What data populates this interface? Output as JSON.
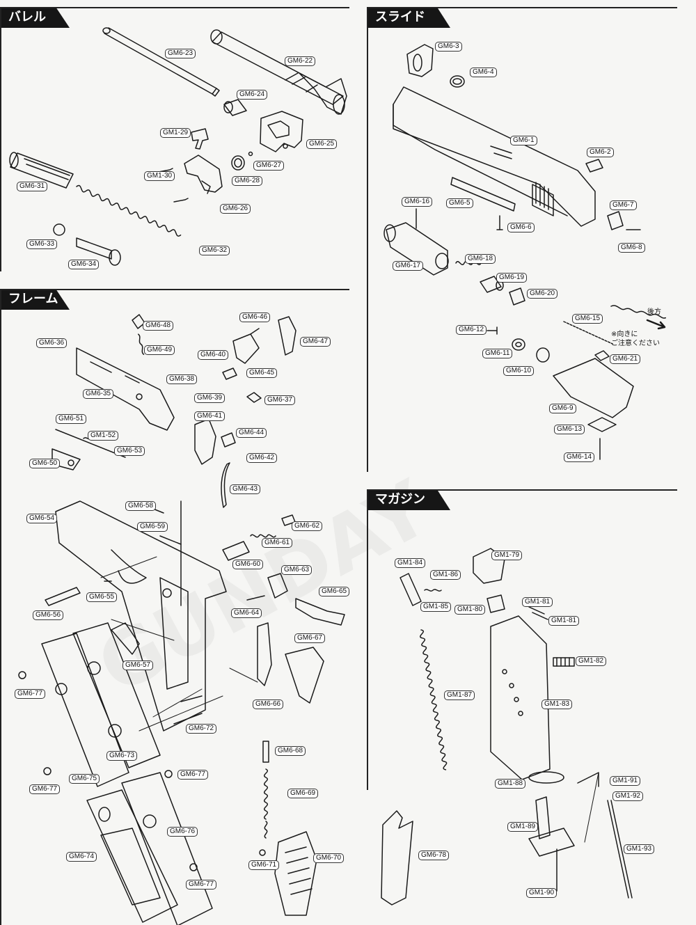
{
  "sections": {
    "barrel": "バレル",
    "frame": "フレーム",
    "slide": "スライド",
    "magazine": "マガジン"
  },
  "note": {
    "direction": "後方",
    "caution_line1": "※向きに",
    "caution_line2": "ご注意ください"
  },
  "watermark": "GUNDAY",
  "labels": {
    "gm6_23": "GM6-23",
    "gm6_22": "GM6-22",
    "gm6_24": "GM6-24",
    "gm1_29": "GM1-29",
    "gm6_25": "GM6-25",
    "gm6_27": "GM6-27",
    "gm1_30": "GM1-30",
    "gm6_28": "GM6-28",
    "gm6_31": "GM6-31",
    "gm6_26": "GM6-26",
    "gm6_33": "GM6-33",
    "gm6_34": "GM6-34",
    "gm6_32": "GM6-32",
    "gm6_3": "GM6-3",
    "gm6_4": "GM6-4",
    "gm6_1": "GM6-1",
    "gm6_2": "GM6-2",
    "gm6_16": "GM6-16",
    "gm6_5": "GM6-5",
    "gm6_7": "GM6-7",
    "gm6_6": "GM6-6",
    "gm6_8": "GM6-8",
    "gm6_17": "GM6-17",
    "gm6_18": "GM6-18",
    "gm6_19": "GM6-19",
    "gm6_20": "GM6-20",
    "gm6_15": "GM6-15",
    "gm6_12": "GM6-12",
    "gm6_11": "GM6-11",
    "gm6_21": "GM6-21",
    "gm6_10": "GM6-10",
    "gm6_9": "GM6-9",
    "gm6_13": "GM6-13",
    "gm6_14": "GM6-14",
    "gm6_46": "GM6-46",
    "gm6_48": "GM6-48",
    "gm6_47": "GM6-47",
    "gm6_36": "GM6-36",
    "gm6_49": "GM6-49",
    "gm6_40": "GM6-40",
    "gm6_45": "GM6-45",
    "gm6_38": "GM6-38",
    "gm6_35": "GM6-35",
    "gm6_39": "GM6-39",
    "gm6_37": "GM6-37",
    "gm6_41": "GM6-41",
    "gm6_51": "GM6-51",
    "gm1_52": "GM1-52",
    "gm6_44": "GM6-44",
    "gm6_53": "GM6-53",
    "gm6_42": "GM6-42",
    "gm6_50": "GM6-50",
    "gm6_43": "GM6-43",
    "gm6_58": "GM6-58",
    "gm6_54": "GM6-54",
    "gm6_59": "GM6-59",
    "gm6_62": "GM6-62",
    "gm6_61": "GM6-61",
    "gm6_60": "GM6-60",
    "gm6_63": "GM6-63",
    "gm6_55": "GM6-55",
    "gm6_65": "GM6-65",
    "gm6_56": "GM6-56",
    "gm6_64": "GM6-64",
    "gm6_67": "GM6-67",
    "gm6_57": "GM6-57",
    "gm6_77a": "GM6-77",
    "gm6_66": "GM6-66",
    "gm6_72": "GM6-72",
    "gm6_73": "GM6-73",
    "gm6_68": "GM6-68",
    "gm6_75": "GM6-75",
    "gm6_77b": "GM6-77",
    "gm6_77c": "GM6-77",
    "gm6_69": "GM6-69",
    "gm6_76": "GM6-76",
    "gm6_74": "GM6-74",
    "gm6_70": "GM6-70",
    "gm6_71": "GM6-71",
    "gm6_77d": "GM6-77",
    "gm1_84": "GM1-84",
    "gm1_79": "GM1-79",
    "gm1_86": "GM1-86",
    "gm1_81a": "GM1-81",
    "gm1_85": "GM1-85",
    "gm1_80": "GM1-80",
    "gm1_81b": "GM1-81",
    "gm1_82": "GM1-82",
    "gm1_87": "GM1-87",
    "gm1_83": "GM1-83",
    "gm1_88": "GM1-88",
    "gm1_91": "GM1-91",
    "gm1_92": "GM1-92",
    "gm6_78": "GM6-78",
    "gm1_89": "GM1-89",
    "gm1_93": "GM1-93",
    "gm1_90": "GM1-90"
  }
}
